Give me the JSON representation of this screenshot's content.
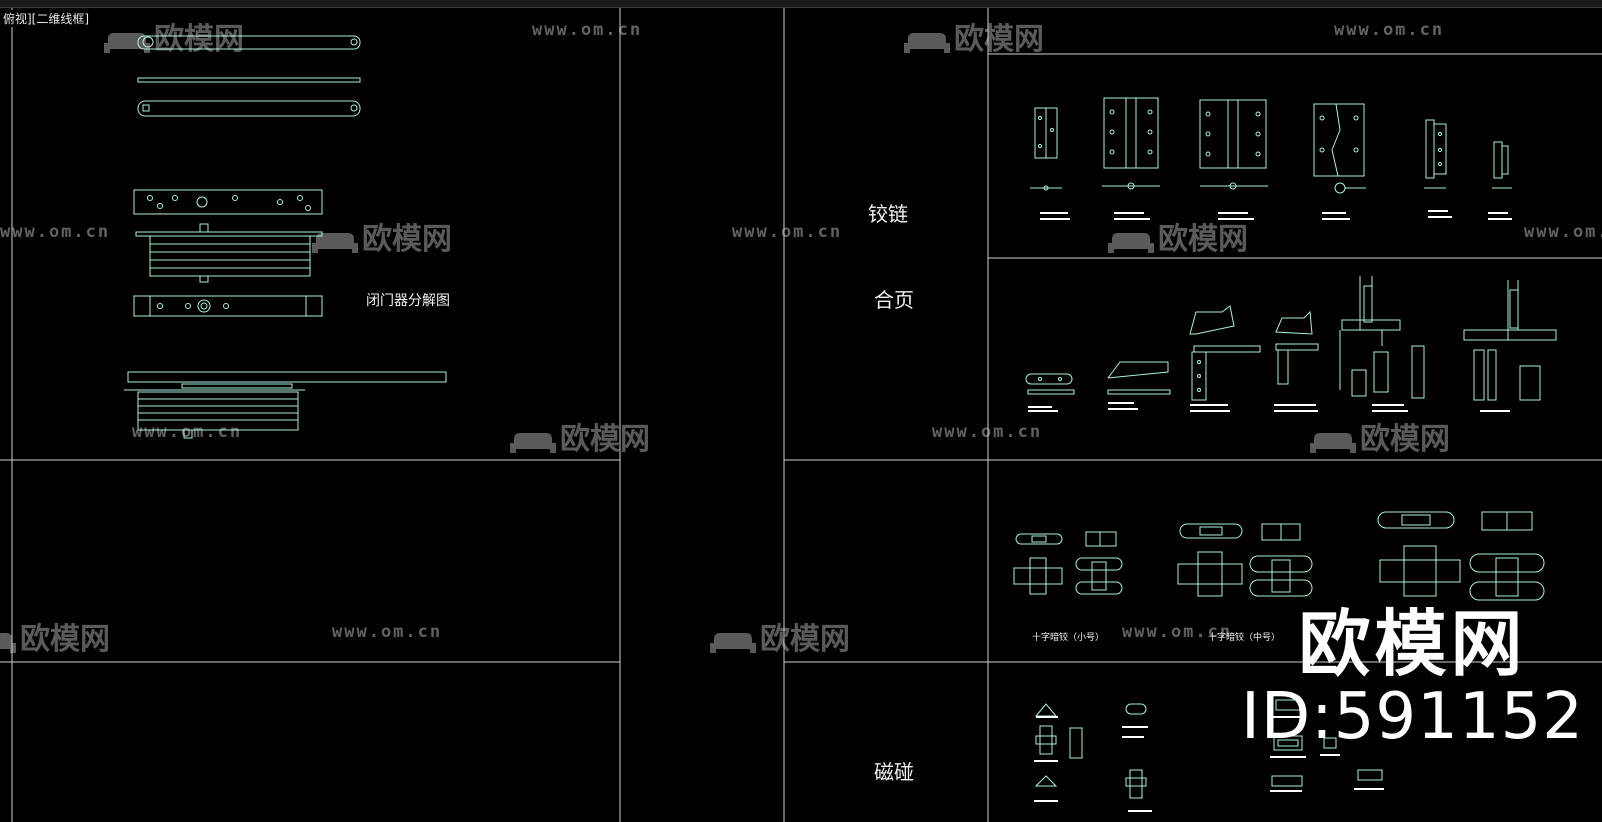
{
  "viewport": {
    "label": "俯视][二维线框]"
  },
  "labels": {
    "closer_exploded": "闭门器分解图",
    "hinge_a": "铰链",
    "hinge_b": "合页",
    "magnet": "磁碰",
    "cross_small": "十字暗铰（小号）",
    "cross_medium": "十字暗铰（中号）"
  },
  "watermark": {
    "url": "www.om.cn",
    "logo": "欧模网",
    "overlay_title": "欧模网",
    "overlay_id": "ID:591152"
  },
  "colors": {
    "background": "#000000",
    "line_cyan": "#a8f0e0",
    "line_white": "#ffffff",
    "frame": "#c8c8c8"
  }
}
